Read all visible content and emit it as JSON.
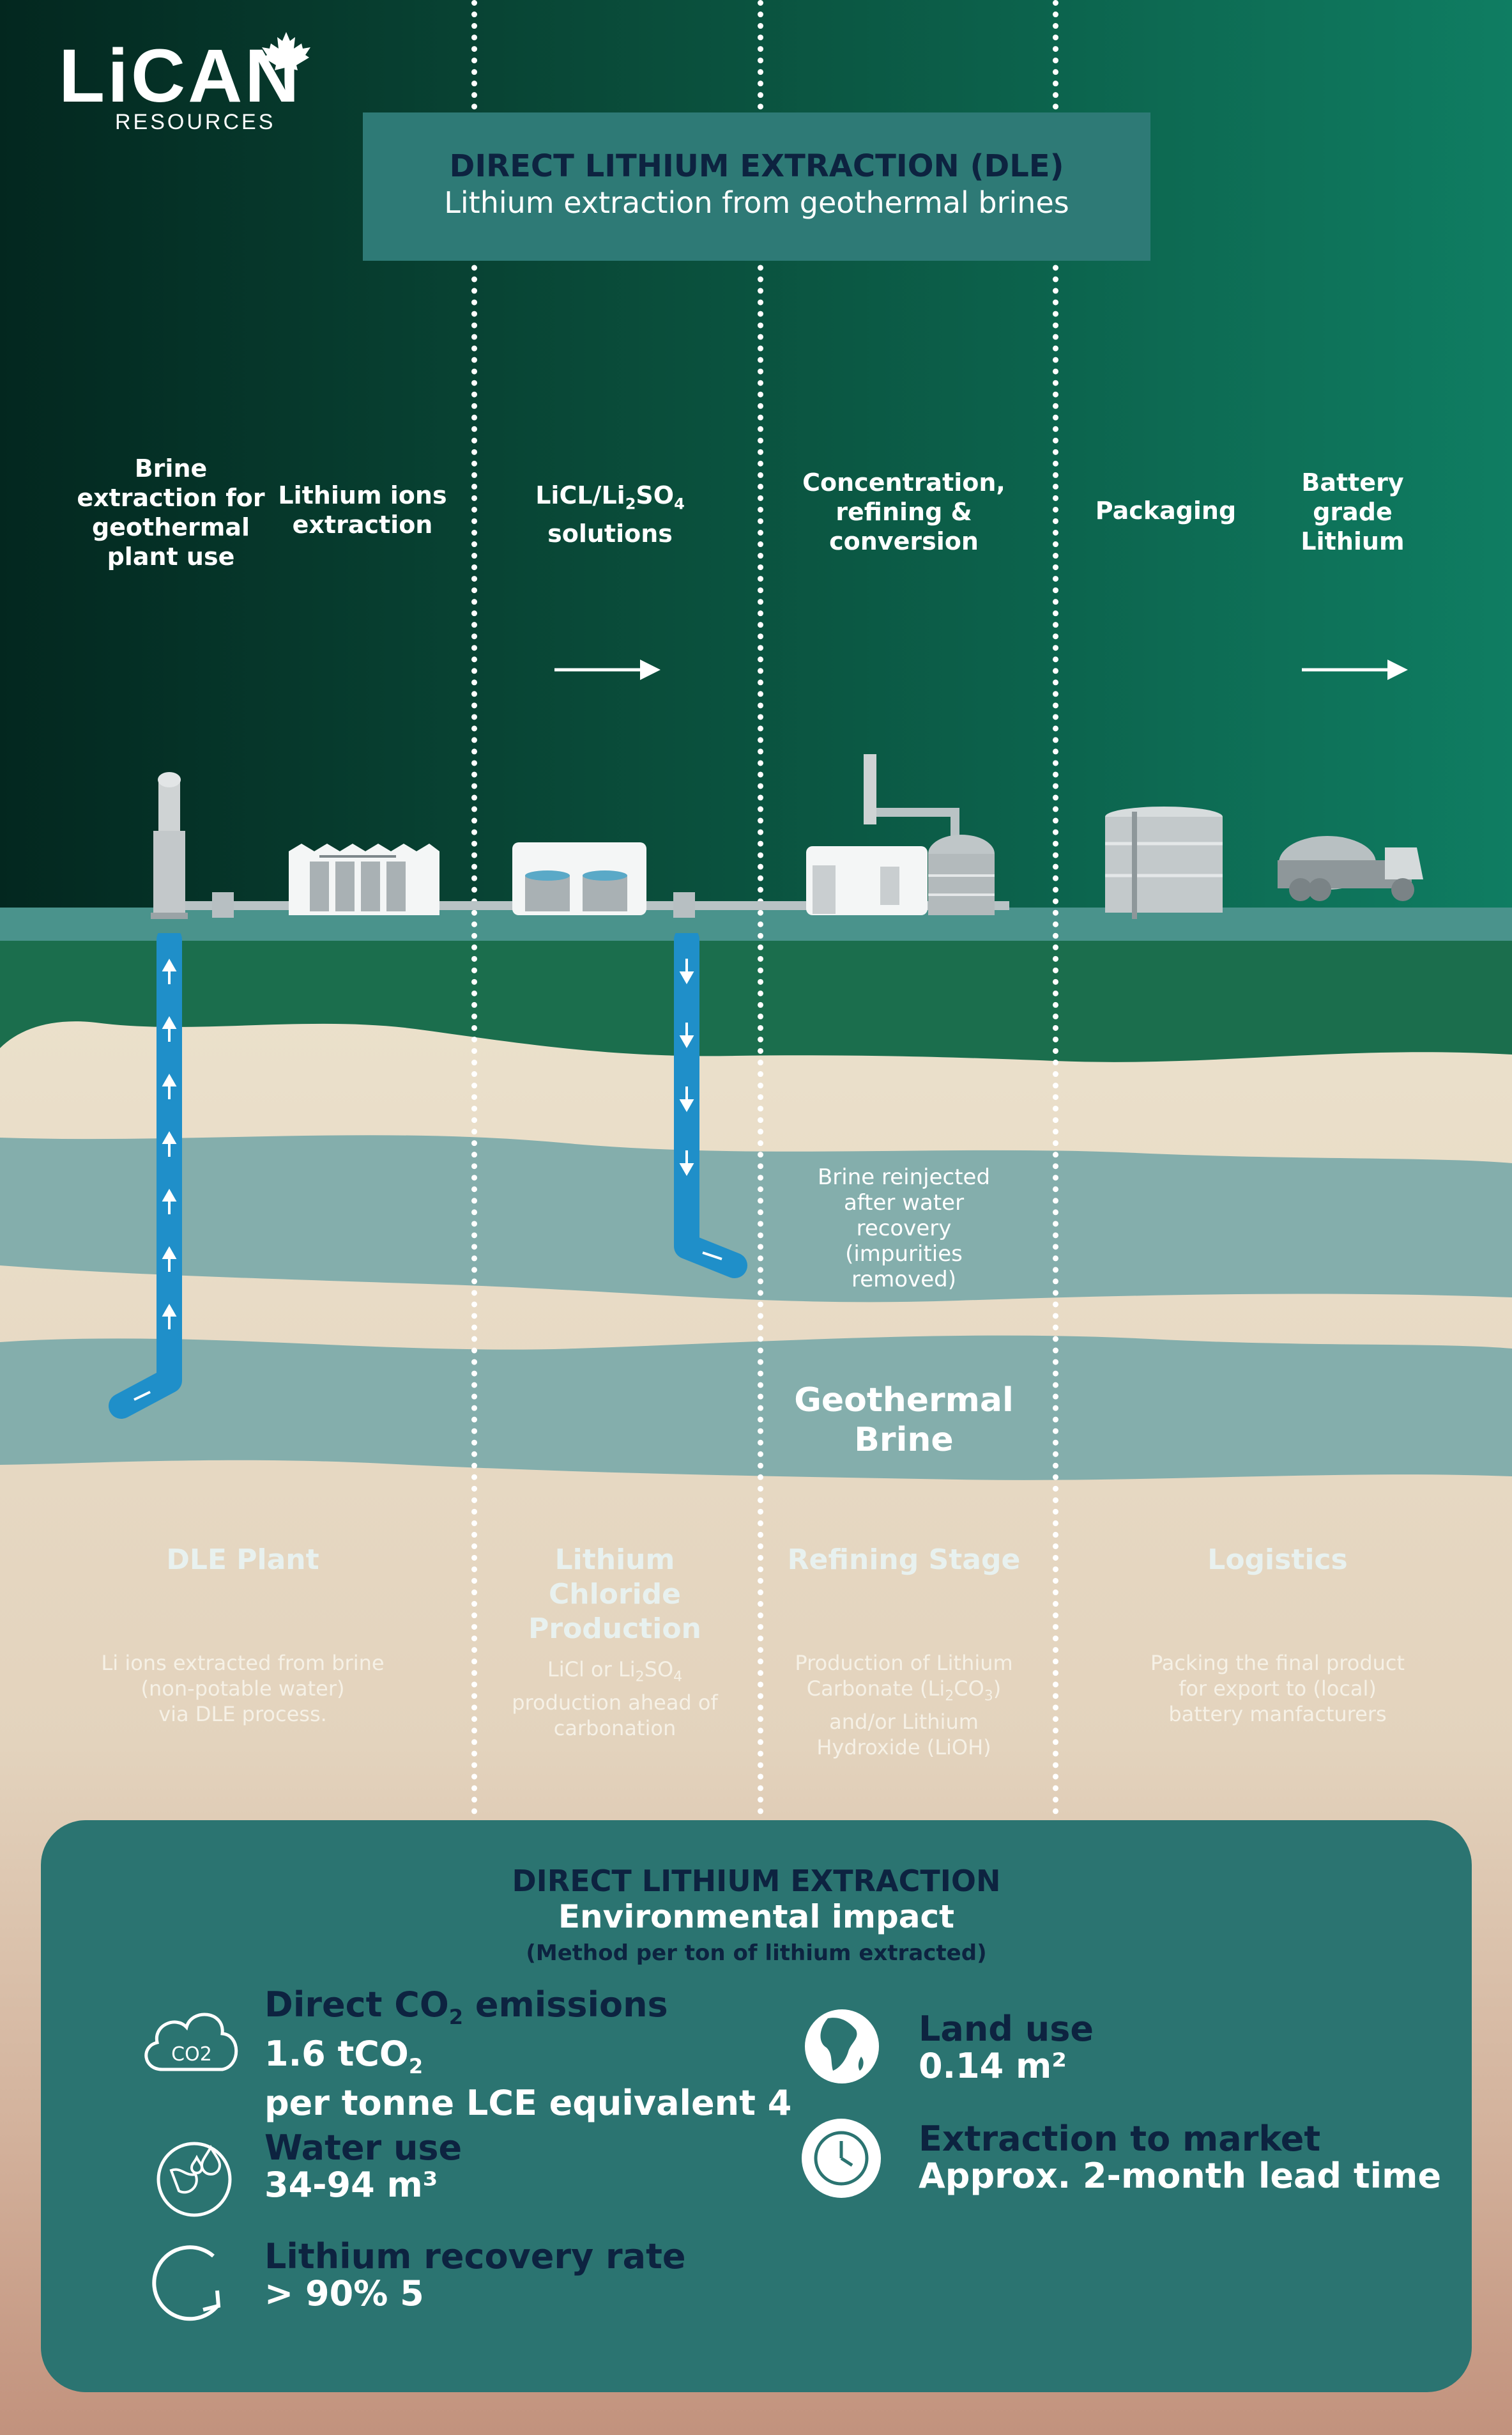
{
  "logo": {
    "name": "LiCAN",
    "sub": "RESOURCES"
  },
  "header": {
    "title": "DIRECT LITHIUM EXTRACTION (DLE)",
    "subtitle": "Lithium extraction from geothermal brines"
  },
  "process_labels": [
    "Brine extraction for geothermal plant use",
    "Lithium ions extraction",
    "LiCL/Li2SO4 solutions",
    "Concentration, refining & conversion",
    "Packaging",
    "Battery grade Lithium"
  ],
  "process_label_lines": {
    "brine": [
      "Brine",
      "extraction for",
      "geothermal",
      "plant use"
    ],
    "ions": [
      "Lithium ions",
      "extraction"
    ],
    "solutions_line2": "solutions",
    "concentration": [
      "Concentration,",
      "refining & conversion"
    ],
    "packaging": "Packaging",
    "battery": [
      "Battery",
      "grade",
      "Lithium"
    ]
  },
  "underground": {
    "reinjected": [
      "Brine reinjected",
      "after water",
      "recovery",
      "(impurities",
      "removed)"
    ],
    "geothermal": [
      "Geothermal",
      "Brine"
    ]
  },
  "columns": [
    {
      "title": "DLE Plant",
      "desc": [
        "Li ions extracted from brine",
        "(non-potable water)",
        "via DLE process."
      ]
    },
    {
      "title": "Lithium Chloride Production",
      "desc": [
        "LiCl or Li2SO4",
        "production ahead of",
        "carbonation"
      ]
    },
    {
      "title": "Refining Stage",
      "desc": [
        "Production of Lithium",
        "Carbonate (Li2CO3)",
        "and/or Lithium",
        "Hydroxide (LiOH)"
      ]
    },
    {
      "title": "Logistics",
      "desc": [
        "Packing the final product",
        "for export to (local)",
        "battery manfacturers"
      ]
    }
  ],
  "impact": {
    "title": "DIRECT LITHIUM EXTRACTION",
    "subtitle": "Environmental impact",
    "note": "(Method per ton of lithium extracted)",
    "co2_icon_text": "CO2",
    "metrics": [
      {
        "label": "Direct CO2 emissions",
        "value": "1.6 tCO2",
        "value2": "per tonne LCE equivalent 4",
        "icon": "co2-cloud-icon"
      },
      {
        "label": "Water use",
        "value": "34-94 m³",
        "icon": "water-globe-icon"
      },
      {
        "label": "Lithium recovery rate",
        "value": "> 90% 5",
        "icon": "recycle-arrow-icon"
      },
      {
        "label": "Land use",
        "value": "0.14 m²",
        "icon": "globe-africa-icon"
      },
      {
        "label": "Extraction to market",
        "value": "Approx. 2-month lead time",
        "icon": "clock-icon"
      }
    ]
  },
  "colors": {
    "dark_green": "#03271f",
    "teal_green": "#0f7d62",
    "panel": "#2b7471",
    "navy": "#0d2340",
    "pipe_blue": "#1f8fc9",
    "sand": "#e8dfcb",
    "water_band": "#84aeac"
  }
}
